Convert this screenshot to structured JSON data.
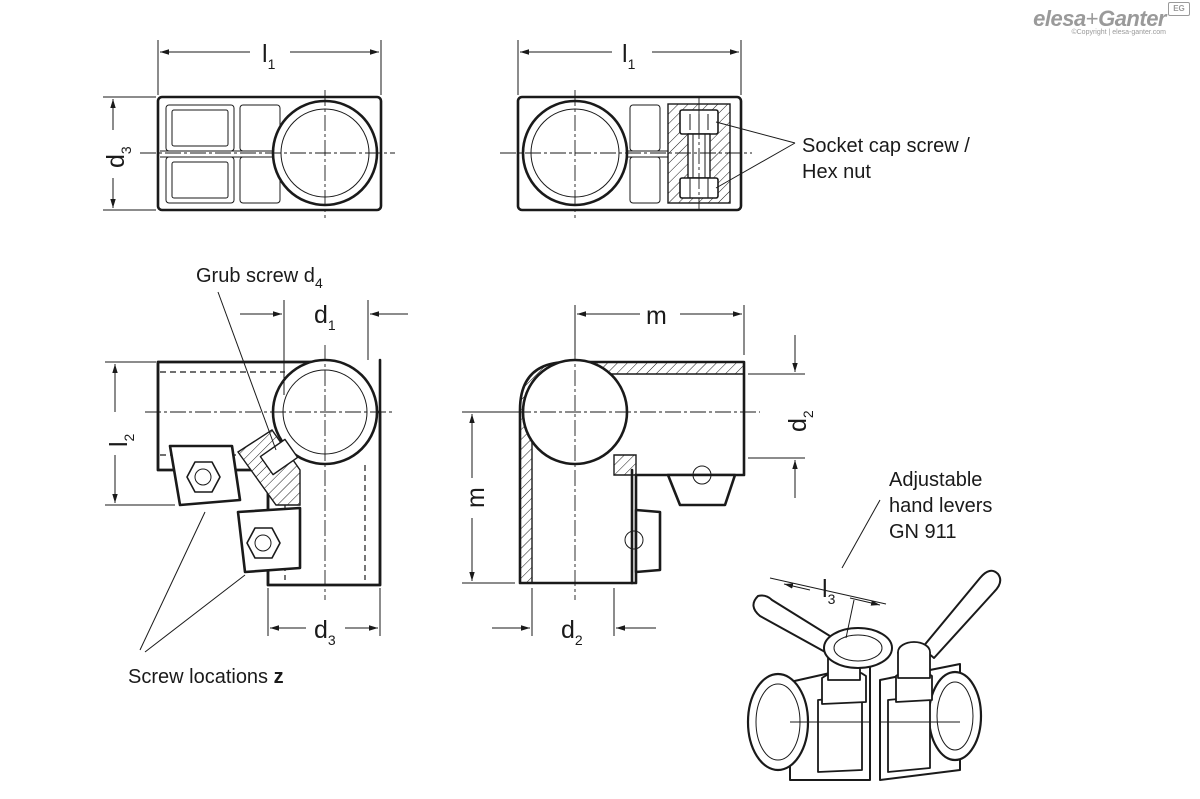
{
  "brand": {
    "name_part1": "elesa",
    "name_plus": "+",
    "name_part2": "Ganter",
    "copyright": "©Copyright | elesa-ganter.com",
    "badge": "EG"
  },
  "dimensions": {
    "l1": {
      "main": "l",
      "sub": "1"
    },
    "l2": {
      "main": "l",
      "sub": "2"
    },
    "l3": {
      "main": "l",
      "sub": "3"
    },
    "d1": {
      "main": "d",
      "sub": "1"
    },
    "d2": {
      "main": "d",
      "sub": "2"
    },
    "d3": {
      "main": "d",
      "sub": "3"
    },
    "m": "m"
  },
  "callouts": {
    "socket_cap_line1": "Socket cap screw /",
    "socket_cap_line2": "Hex nut",
    "grub_screw": {
      "text": "Grub screw d",
      "sub": "4"
    },
    "screw_locations": {
      "text": "Screw locations ",
      "bold": "z"
    },
    "hand_levers_line1": "Adjustable",
    "hand_levers_line2": "hand levers",
    "hand_levers_line3": "GN 911"
  }
}
